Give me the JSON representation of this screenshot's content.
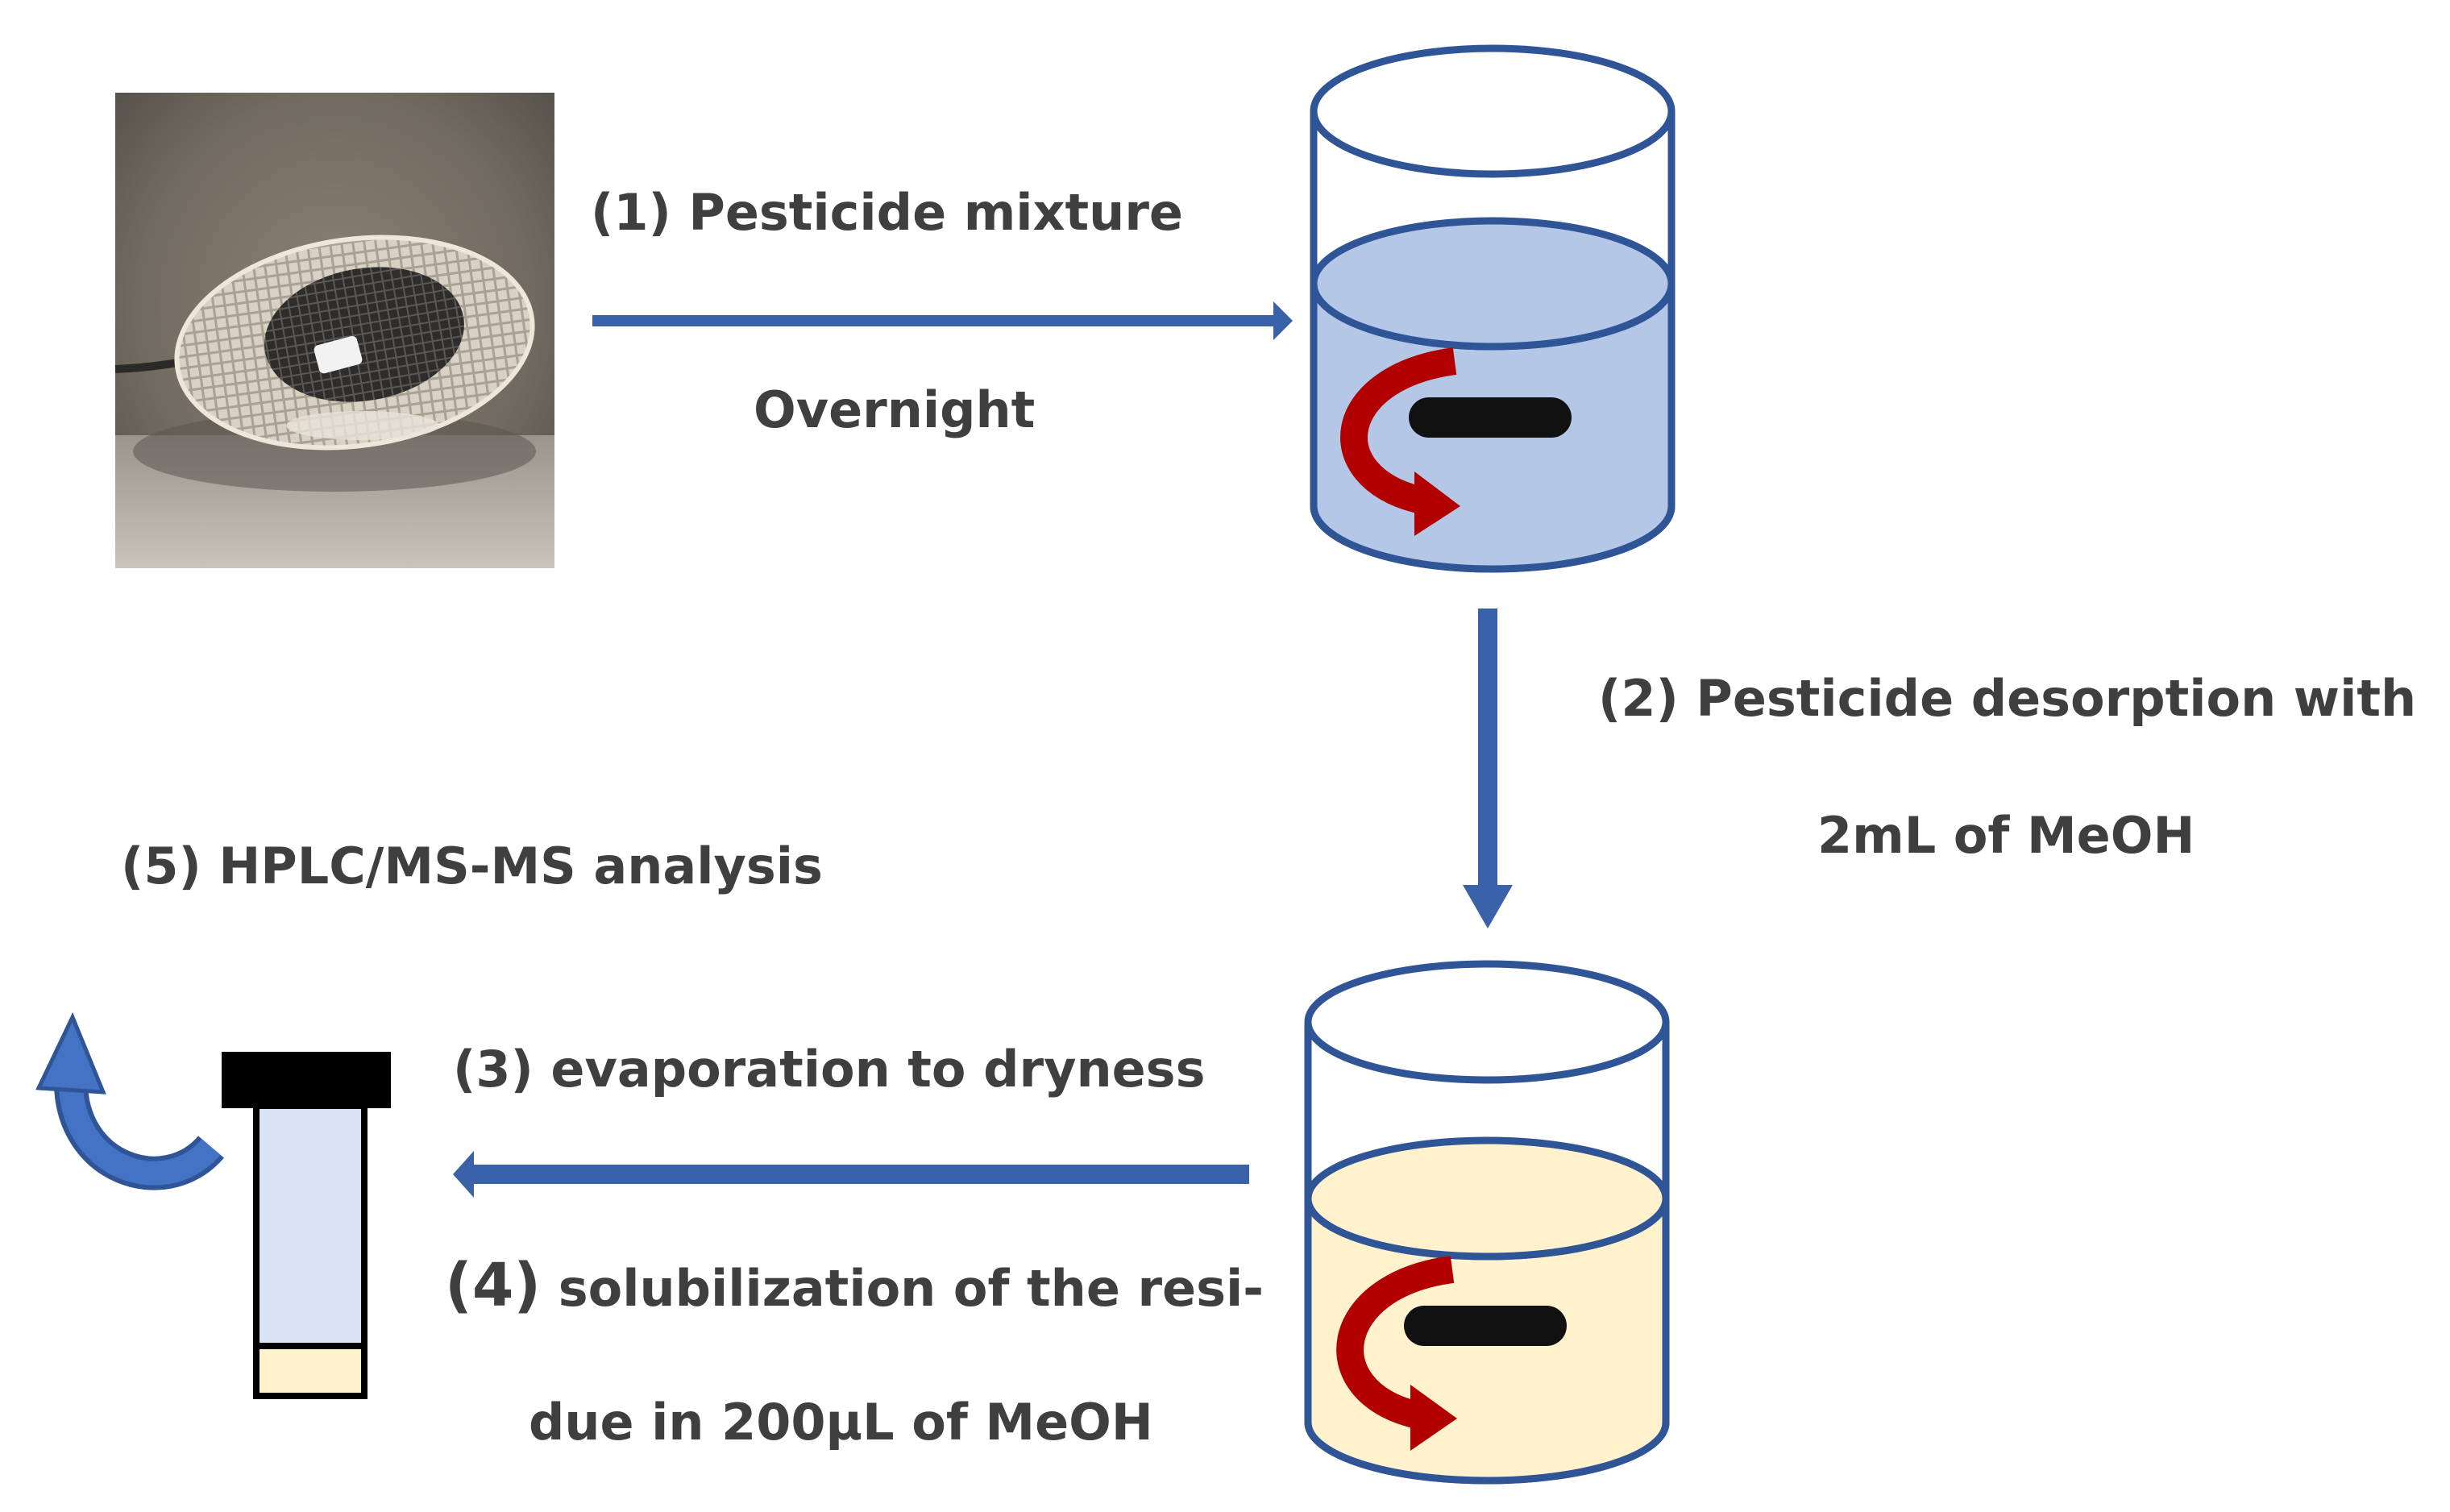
{
  "steps": {
    "step1": {
      "label": "(1) Pesticide mixture",
      "sublabel": "Overnight"
    },
    "step2": {
      "label_line1": "(2) Pesticide desorption with",
      "label_line2": "2mL of MeOH"
    },
    "step3": {
      "label": "(3) evaporation to dryness"
    },
    "step4": {
      "number": "(4)",
      "label_line1": " solubilization of the resi-",
      "label_line2": "due in 200µL of MeOH"
    },
    "step5": {
      "label": "(5) HPLC/MS-MS analysis"
    }
  },
  "colors": {
    "arrow_blue": "#3a62a8",
    "rotation_red": "#b20000",
    "liquid_blue": "#b4c7e7",
    "liquid_yellow": "#fff2cc",
    "vial_blue": "#dae3f3",
    "stir_bar": "#111111",
    "outline": "#2f5597"
  },
  "icons": {
    "photo": "stir-bar-sample-photo",
    "beaker_1": "beaker-blue-icon",
    "beaker_2": "beaker-yellow-icon",
    "rotation": "rotation-arrow-icon",
    "vial": "vial-icon",
    "injection": "curved-arrow-icon"
  }
}
